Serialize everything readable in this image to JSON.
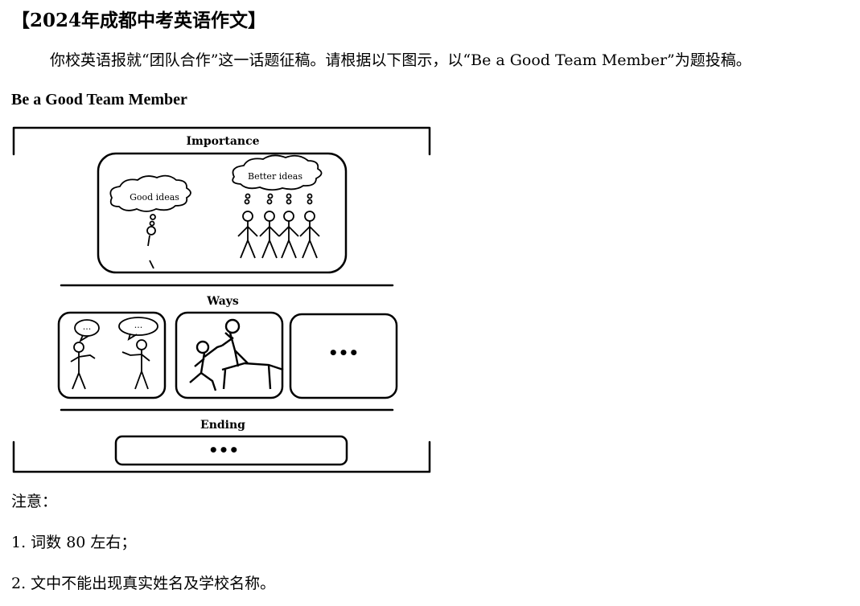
{
  "header": {
    "title": "【2024年成都中考英语作文】",
    "instruction": "你校英语报就“团队合作”这一话题征稿。请根据以下图示，以“Be a Good Team Member”为题投稿。"
  },
  "essay_title": "Be a Good Team Member",
  "figure": {
    "section_importance": "Importance",
    "bubble_single": "Good ideas",
    "bubble_group": "Better ideas",
    "section_ways": "Ways",
    "speech_dots": "...",
    "box_dots": "•••",
    "section_ending": "Ending",
    "ending_dots": "•••"
  },
  "notes": {
    "label": "注意：",
    "items": [
      "1.  词数 80 左右；",
      "2.  文中不能出现真实姓名及学校名称。"
    ]
  }
}
